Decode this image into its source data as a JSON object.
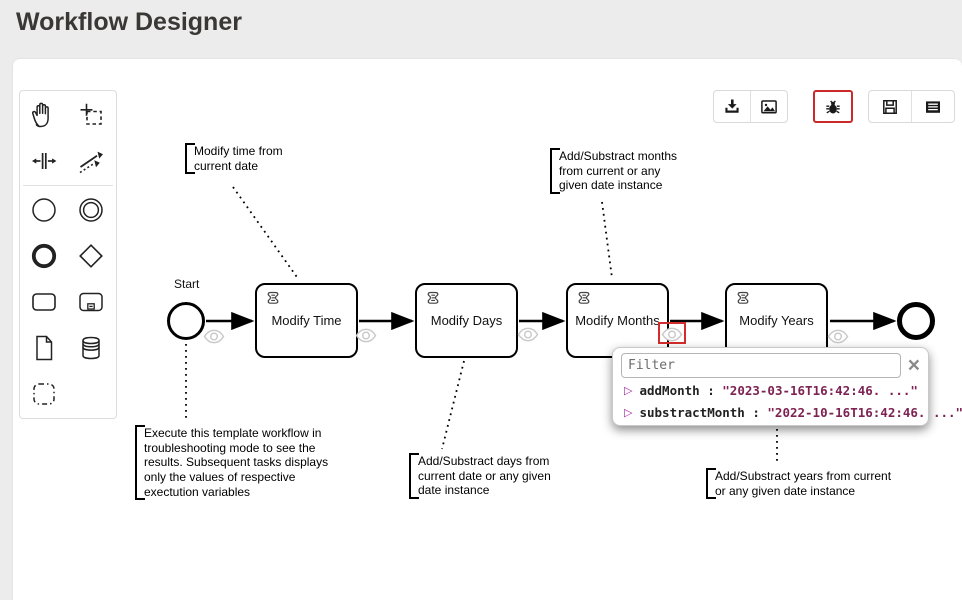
{
  "page": {
    "title": "Workflow Designer"
  },
  "toolbar": {
    "groups": [
      {
        "buttons": [
          {
            "icon": "download-icon"
          },
          {
            "icon": "image-export-icon"
          }
        ]
      },
      {
        "buttons": [
          {
            "icon": "bug-debug-icon",
            "highlighted": true
          }
        ]
      },
      {
        "buttons": [
          {
            "icon": "save-icon"
          },
          {
            "icon": "form-properties-icon"
          }
        ]
      }
    ],
    "highlight_color": "#cc2a2a"
  },
  "palette": {
    "tools": [
      "hand-tool",
      "lasso-tool",
      "space-tool",
      "global-connect-tool",
      "start-event",
      "intermediate-event",
      "end-event",
      "gateway",
      "task",
      "subprocess",
      "data-object",
      "data-store",
      "group"
    ]
  },
  "workflow": {
    "start_label": "Start",
    "tasks": [
      {
        "label": "Modify Time",
        "type": "script-task"
      },
      {
        "label": "Modify Days",
        "type": "script-task"
      },
      {
        "label": "Modify Months",
        "type": "script-task"
      },
      {
        "label": "Modify Years",
        "type": "script-task"
      }
    ]
  },
  "annotations": {
    "time": {
      "text": "Modify time from\ncurrent date"
    },
    "months": {
      "text": "Add/Substract months\nfrom current or any\ngiven date instance"
    },
    "execute": {
      "text": "Execute this template workflow in\ntroubleshooting mode to see the\nresults. Subsequent tasks displays\nonly the values of respective\nexectution variables"
    },
    "days": {
      "text": "Add/Substract days from\ncurrent date or any given\ndate instance"
    },
    "years": {
      "text": "Add/Substract years from current\nor any given date instance"
    }
  },
  "popup": {
    "filter_placeholder": "Filter",
    "close_label": "×",
    "expand_icon": "▷",
    "separator": " : ",
    "variables": [
      {
        "name": "addMonth",
        "value": "\"2023-03-16T16:42:46. ...\""
      },
      {
        "name": "substractMonth",
        "value": "\"2022-10-16T16:42:46. ...\""
      }
    ]
  },
  "colors": {
    "highlight_red": "#cc2a2a",
    "triangle_purple": "#a626a4",
    "value_purple": "#7d2252"
  }
}
